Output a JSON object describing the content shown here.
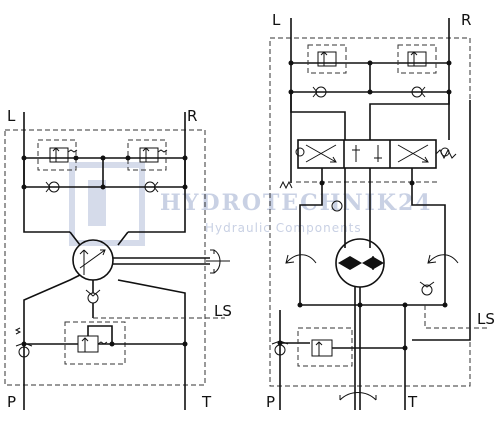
{
  "diagram": {
    "left_circuit": {
      "port_top_left": "L",
      "port_top_right": "R",
      "port_bottom_left": "P",
      "port_bottom_right": "T",
      "port_side": "LS"
    },
    "right_circuit": {
      "port_top_left": "L",
      "port_top_right": "R",
      "port_bottom_left": "P",
      "port_bottom_right": "T",
      "port_side": "LS"
    },
    "watermark": {
      "title": "HYDROTECHNIK24",
      "subtitle": "Hydraulic Components"
    }
  }
}
